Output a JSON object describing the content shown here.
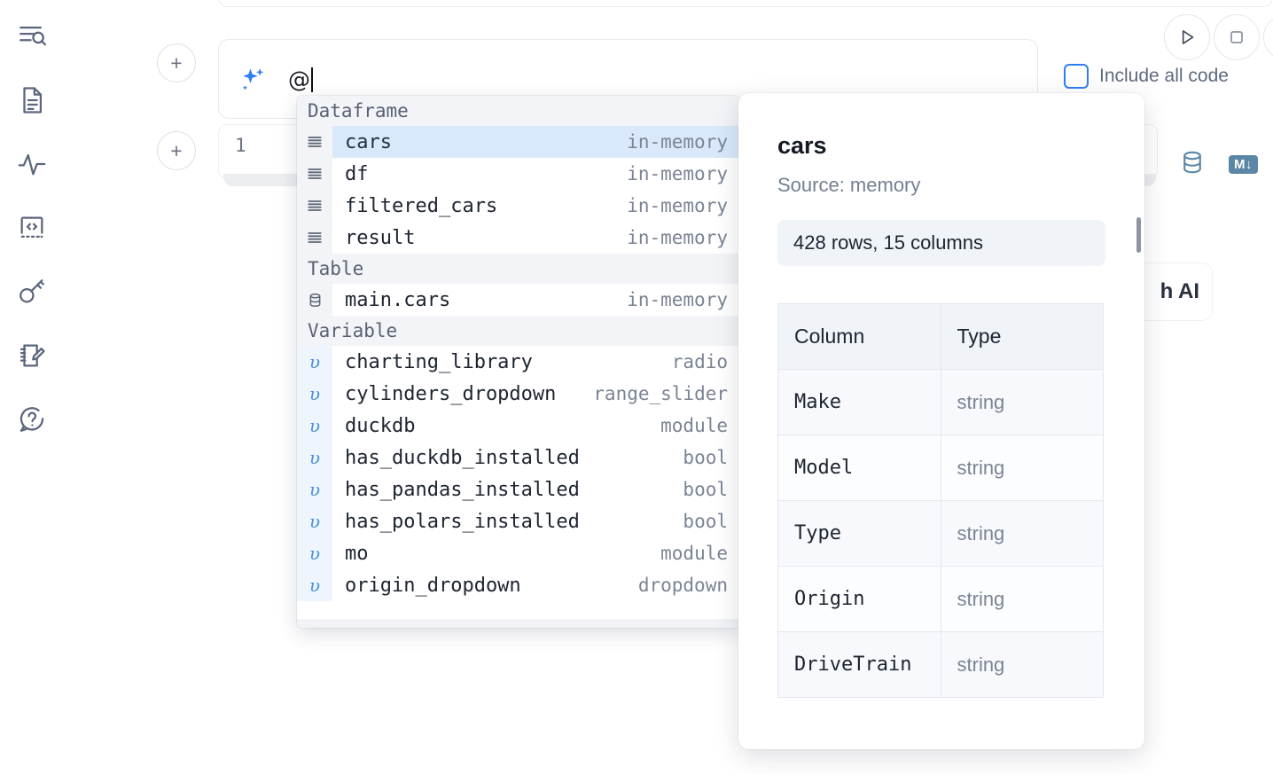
{
  "sidebar": {
    "items": [
      {
        "name": "outline-search-icon",
        "label": "Outline"
      },
      {
        "name": "file-document-icon",
        "label": "File"
      },
      {
        "name": "activity-pulse-icon",
        "label": "Activity"
      },
      {
        "name": "code-snippets-icon",
        "label": "Snippets"
      },
      {
        "name": "key-secrets-icon",
        "label": "Secrets"
      },
      {
        "name": "notebook-edit-icon",
        "label": "Scratchpad"
      },
      {
        "name": "help-chat-icon",
        "label": "Help"
      }
    ]
  },
  "toolbar": {
    "add_button_label": "+",
    "run_button_label": "Run",
    "stop_button_label": "Stop",
    "more_button_label": "More",
    "include_all_code_label": "Include all code",
    "include_all_code_checked": false
  },
  "ai_prompt": {
    "icon": "sparkles-icon",
    "value": "@",
    "accent_color": "#2f7df6"
  },
  "cell": {
    "line_number": "1",
    "database_icon": "database-icon",
    "markdown_badge": "M↓"
  },
  "floating_card": {
    "text": "h AI"
  },
  "dropdown": {
    "groups": [
      {
        "label": "Dataframe",
        "items": [
          {
            "icon": "dataframe-icon",
            "name": "cars",
            "type": "in-memory",
            "selected": true
          },
          {
            "icon": "dataframe-icon",
            "name": "df",
            "type": "in-memory",
            "selected": false
          },
          {
            "icon": "dataframe-icon",
            "name": "filtered_cars",
            "type": "in-memory",
            "selected": false
          },
          {
            "icon": "dataframe-icon",
            "name": "result",
            "type": "in-memory",
            "selected": false
          }
        ]
      },
      {
        "label": "Table",
        "items": [
          {
            "icon": "table-icon",
            "name": "main.cars",
            "type": "in-memory",
            "selected": false
          }
        ]
      },
      {
        "label": "Variable",
        "items": [
          {
            "icon": "variable-icon",
            "name": "charting_library",
            "type": "radio",
            "selected": false
          },
          {
            "icon": "variable-icon",
            "name": "cylinders_dropdown",
            "type": "range_slider",
            "selected": false
          },
          {
            "icon": "variable-icon",
            "name": "duckdb",
            "type": "module",
            "selected": false
          },
          {
            "icon": "variable-icon",
            "name": "has_duckdb_installed",
            "type": "bool",
            "selected": false
          },
          {
            "icon": "variable-icon",
            "name": "has_pandas_installed",
            "type": "bool",
            "selected": false
          },
          {
            "icon": "variable-icon",
            "name": "has_polars_installed",
            "type": "bool",
            "selected": false
          },
          {
            "icon": "variable-icon",
            "name": "mo",
            "type": "module",
            "selected": false
          },
          {
            "icon": "variable-icon",
            "name": "origin_dropdown",
            "type": "dropdown",
            "selected": false
          }
        ]
      }
    ]
  },
  "preview": {
    "title": "cars",
    "source": "Source: memory",
    "stats": "428 rows, 15 columns",
    "table": {
      "headers": [
        "Column",
        "Type"
      ],
      "rows": [
        [
          "Make",
          "string"
        ],
        [
          "Model",
          "string"
        ],
        [
          "Type",
          "string"
        ],
        [
          "Origin",
          "string"
        ],
        [
          "DriveTrain",
          "string"
        ]
      ]
    }
  }
}
